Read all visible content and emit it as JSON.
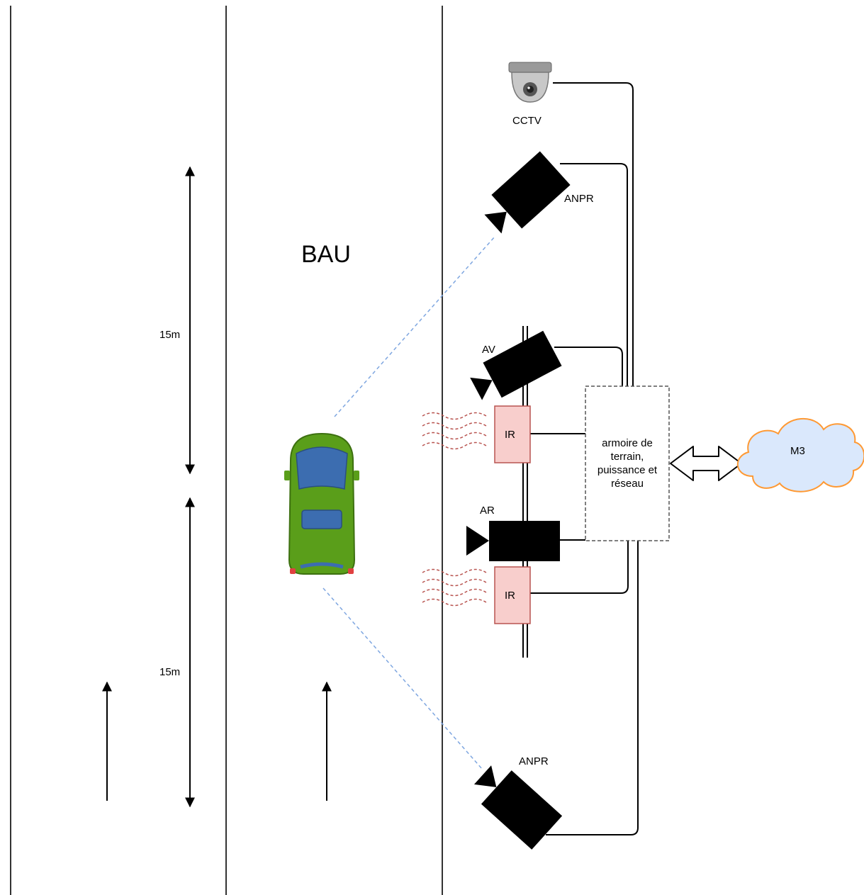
{
  "labels": {
    "bau": "BAU",
    "cctv": "CCTV",
    "anpr_top": "ANPR",
    "anpr_bottom": "ANPR",
    "av": "AV",
    "ar": "AR",
    "ir_top": "IR",
    "ir_bottom": "IR",
    "cabinet": "armoire de terrain, puissance et réseau",
    "cloud": "M3",
    "distance_top": "15m",
    "distance_bottom": "15m"
  },
  "colors": {
    "lane_line": "#333333",
    "camera": "#000000",
    "ir_fill": "#f8cecc",
    "ir_stroke": "#b85450",
    "ir_wave": "#b85450",
    "sight_line": "#7ea6e0",
    "cloud_fill": "#dae8fc",
    "cloud_stroke": "#ff9933",
    "car_body": "#5a9e1a",
    "car_glass": "#3c6db0"
  },
  "icons": [
    "cctv-dome-icon",
    "camera-icon",
    "car-icon",
    "cloud-icon",
    "double-arrow-icon"
  ]
}
